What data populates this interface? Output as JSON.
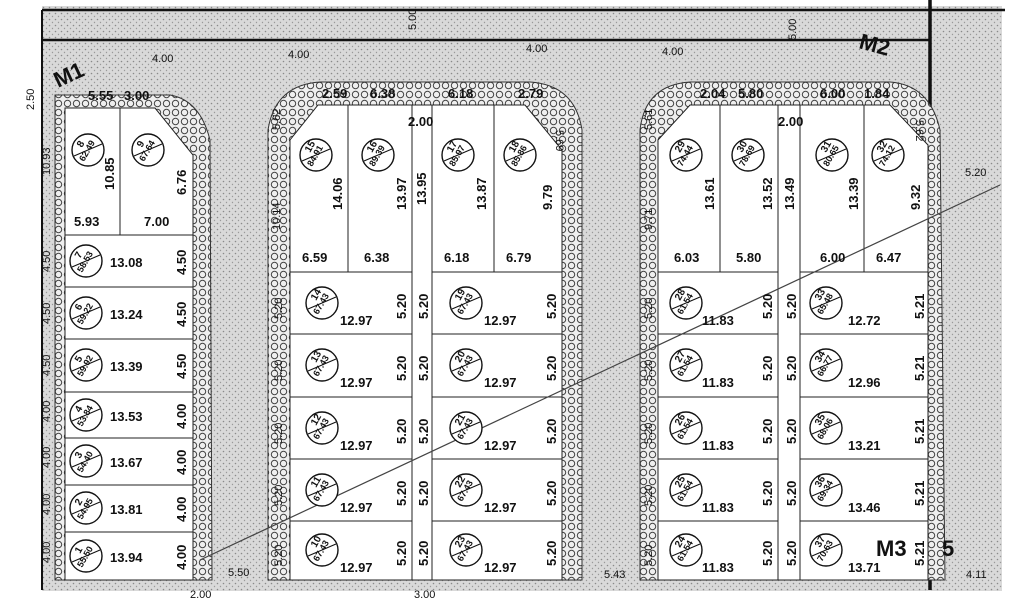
{
  "corner_labels": {
    "m1": "M1",
    "m2": "M2",
    "m3": "M3",
    "five": "5"
  },
  "setback_labels": {
    "four": "4.00",
    "two_five": "2.50",
    "two_zero": "2.00",
    "five_fifty": "5.50"
  },
  "block1": {
    "top_widths": [
      "5.55",
      "3.00"
    ],
    "big_lots": [
      {
        "no": "8",
        "area": "62.49",
        "depth": "10.85",
        "bottom": "5.93"
      },
      {
        "no": "9",
        "area": "67.64",
        "depth": "6.76",
        "bottom": "7.00"
      }
    ],
    "row_lots": [
      {
        "no": "7",
        "area": "58.53",
        "length": "13.08",
        "width": "4.50"
      },
      {
        "no": "6",
        "area": "59.22",
        "length": "13.24",
        "width": "4.50"
      },
      {
        "no": "5",
        "area": "59.92",
        "length": "13.39",
        "width": "4.50"
      },
      {
        "no": "4",
        "area": "53.84",
        "length": "13.53",
        "width": "4.00"
      },
      {
        "no": "3",
        "area": "54.40",
        "length": "13.67",
        "width": "4.00"
      },
      {
        "no": "2",
        "area": "54.95",
        "length": "13.81",
        "width": "4.00"
      },
      {
        "no": "1",
        "area": "55.50",
        "length": "13.94",
        "width": "4.00"
      }
    ],
    "left_dims": [
      "10.93",
      "4.50",
      "4.50",
      "4.50",
      "4.00",
      "4.00",
      "4.00",
      "4.00"
    ]
  },
  "block2": {
    "top_widths": [
      "2.59",
      "6.38",
      "6.18",
      "2.79"
    ],
    "big_lots": [
      {
        "no": "15",
        "area": "84.91",
        "depth": "14.06",
        "bottom": "6.59"
      },
      {
        "no": "16",
        "area": "89.39",
        "depth": "13.97",
        "bottom": "6.38"
      },
      {
        "no": "17",
        "area": "85.97",
        "depth": "13.87",
        "bottom": "6.18"
      },
      {
        "no": "18",
        "area": "85.86",
        "depth": "9.79",
        "bottom": "6.79"
      }
    ],
    "mid_dims": [
      "13.95",
      "2.00"
    ],
    "left_lots": [
      {
        "no": "14",
        "area": "67.43",
        "length": "12.97",
        "width": "5.20"
      },
      {
        "no": "13",
        "area": "67.43",
        "length": "12.97",
        "width": "5.20"
      },
      {
        "no": "12",
        "area": "67.43",
        "length": "12.97",
        "width": "5.20"
      },
      {
        "no": "11",
        "area": "67.43",
        "length": "12.97",
        "width": "5.20"
      },
      {
        "no": "10",
        "area": "67.43",
        "length": "12.97",
        "width": "5.20"
      }
    ],
    "right_lots": [
      {
        "no": "19",
        "area": "67.43",
        "length": "12.97",
        "width": "5.20"
      },
      {
        "no": "20",
        "area": "67.43",
        "length": "12.97",
        "width": "5.20"
      },
      {
        "no": "21",
        "area": "67.43",
        "length": "12.97",
        "width": "5.20"
      },
      {
        "no": "22",
        "area": "67.43",
        "length": "12.97",
        "width": "5.20"
      },
      {
        "no": "23",
        "area": "67.43",
        "length": "12.97",
        "width": "5.20"
      }
    ],
    "side_dims": [
      "5.62",
      "10.14",
      "5.69",
      "5.20",
      "2.50"
    ]
  },
  "block3": {
    "top_widths": [
      "2.04",
      "5.80",
      "6.00",
      "1.84"
    ],
    "big_lots": [
      {
        "no": "29",
        "area": "74.44",
        "depth": "13.61",
        "bottom": "6.03"
      },
      {
        "no": "30",
        "area": "78.69",
        "depth": "13.52",
        "bottom": "5.80"
      },
      {
        "no": "31",
        "area": "80.65",
        "depth": "13.39",
        "bottom": "6.00"
      },
      {
        "no": "32",
        "area": "74.12",
        "depth": "9.32",
        "bottom": "6.47"
      }
    ],
    "mid_dims": [
      "13.49",
      "2.00"
    ],
    "left_lots": [
      {
        "no": "28",
        "area": "61.54",
        "length": "11.83",
        "width": "5.20"
      },
      {
        "no": "27",
        "area": "61.54",
        "length": "11.83",
        "width": "5.20"
      },
      {
        "no": "26",
        "area": "61.54",
        "length": "11.83",
        "width": "5.20"
      },
      {
        "no": "25",
        "area": "61.54",
        "length": "11.83",
        "width": "5.20"
      },
      {
        "no": "24",
        "area": "61.54",
        "length": "11.83",
        "width": "5.20"
      }
    ],
    "right_lots": [
      {
        "no": "33",
        "area": "65.48",
        "length": "12.72",
        "width": "5.21"
      },
      {
        "no": "34",
        "area": "66.77",
        "length": "12.96",
        "width": "5.21"
      },
      {
        "no": "35",
        "area": "68.06",
        "length": "13.21",
        "width": "5.21"
      },
      {
        "no": "36",
        "area": "69.34",
        "length": "13.46",
        "width": "5.21"
      },
      {
        "no": "37",
        "area": "70.63",
        "length": "13.71",
        "width": "5.21"
      }
    ],
    "side_dims": [
      "5.61",
      "9.71",
      "5.62",
      "5.20",
      "5.20"
    ]
  },
  "misc_dims": {
    "road_top": "5.00",
    "right_edge": "5.20",
    "bottom_left": "2.00",
    "bottom_mid": "3.00",
    "bottom_right": "5.43",
    "corner_br": "4.11"
  }
}
